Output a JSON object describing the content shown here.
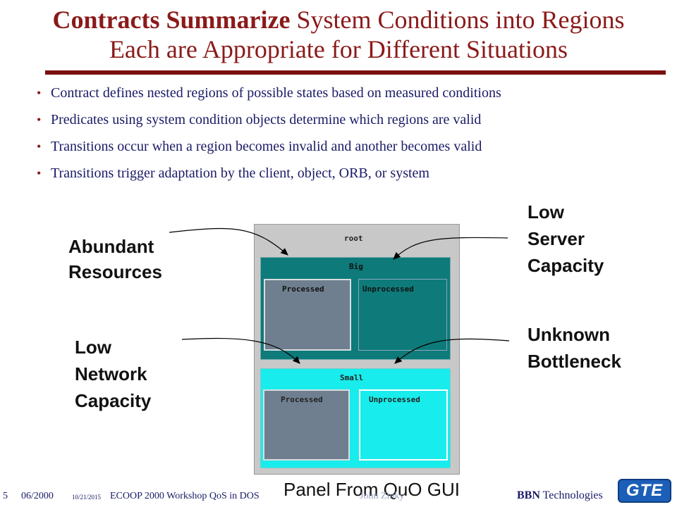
{
  "title": {
    "line1_bold": "Contracts Summarize",
    "line1_rest": " System Conditions into Regions",
    "line2": "Each are Appropriate for Different Situations"
  },
  "bullets": [
    "Contract defines nested regions of possible states based on measured conditions",
    "Predicates using system condition objects determine which regions are valid",
    "Transitions occur when a region becomes invalid and another becomes valid",
    "Transitions trigger adaptation by the client, object, ORB, or system"
  ],
  "labels": {
    "abundant": [
      "Abundant",
      "Resources"
    ],
    "low_server": [
      "Low",
      "Server",
      "Capacity"
    ],
    "low_network": [
      "Low",
      "Network",
      "Capacity"
    ],
    "unknown": [
      "Unknown",
      "Bottleneck"
    ]
  },
  "panel": {
    "root": "root",
    "big": "Big",
    "small": "Small",
    "processed": "Processed",
    "unprocessed": "Unprocessed"
  },
  "caption": "Panel From QuO GUI",
  "footer": {
    "slide_number": "5",
    "date": "06/2000",
    "small_date": "10/21/2015",
    "event": "ECOOP 2000 Workshop QoS in DOS",
    "author": "John Zinky",
    "company_bold": "BBN",
    "company_rest": " Technologies",
    "logo_text": "GTE"
  },
  "colors": {
    "title": "#8b1a1a",
    "bullet_text": "#1a1a66",
    "big_region": "#0e7a7a",
    "small_region": "#19ecec",
    "processed_cell": "#6f7f8f"
  }
}
